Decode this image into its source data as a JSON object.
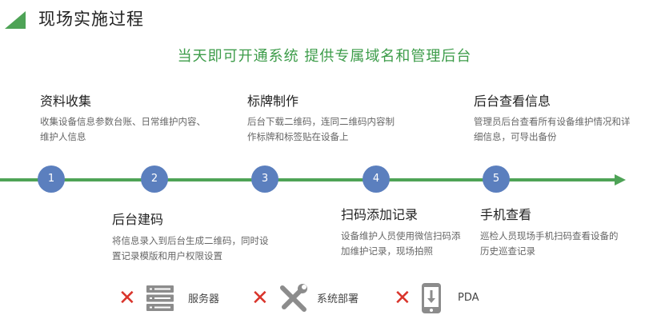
{
  "header": {
    "title": "现场实施过程"
  },
  "subtitle": "当天即可开通系统   提供专属域名和管理后台",
  "steps": [
    {
      "number": "1",
      "title": "资料收集",
      "desc": "收集设备信息参数台账、日常维护内容、维护人信息"
    },
    {
      "number": "2",
      "title": "后台建码",
      "desc": "将信息录入到后台生成二维码，同时设置记录模版和用户权限设置"
    },
    {
      "number": "3",
      "title": "标牌制作",
      "desc": "后台下载二维码，连同二维码内容制作标牌和标签贴在设备上"
    },
    {
      "number": "4",
      "title": "扫码添加记录",
      "desc": "设备维护人员使用微信扫码添加维护记录，现场拍照"
    },
    {
      "number": "5",
      "title": "手机查看",
      "desc": "巡检人员现场手机扫码查看设备的历史巡查记录"
    },
    {
      "number": "",
      "title": "后台查看信息",
      "desc": "管理员后台查看所有设备维护情况和详细信息，可导出备份"
    }
  ],
  "legend": [
    {
      "mark": "✕",
      "icon": "server-icon",
      "label": "服务器"
    },
    {
      "mark": "✕",
      "icon": "tools-icon",
      "label": "系统部署"
    },
    {
      "mark": "✕",
      "icon": "pda-icon",
      "label": "PDA"
    }
  ],
  "colors": {
    "accent_green": "#4ea356",
    "node_blue": "#5b7fbe",
    "cross_red": "#d9342b",
    "icon_gray": "#8c8c8c"
  }
}
